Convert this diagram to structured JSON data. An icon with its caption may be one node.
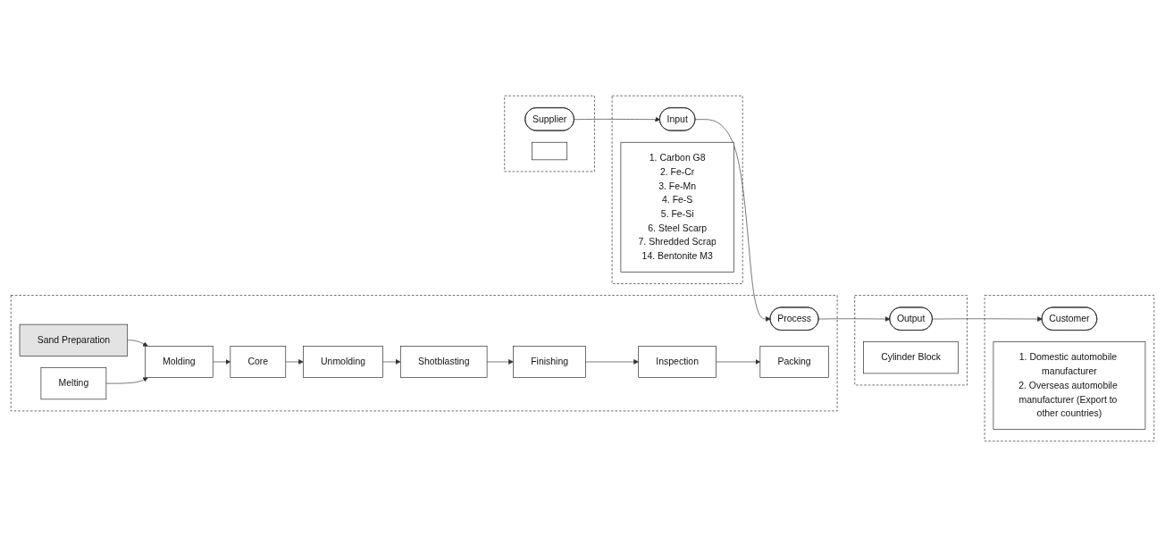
{
  "diagram": {
    "nodes": [
      {
        "text": [],
        "shape": "box"
      },
      {
        "text": [
          "Supplier"
        ],
        "in": 0
      },
      {
        "text": [],
        "shape": "box",
        "in": 0
      },
      {
        "text": [],
        "shape": "box"
      },
      {
        "text": [
          "Input"
        ],
        "in": 3
      },
      {
        "text": [
          "1. Carbon G8",
          "2. Fe-Cr",
          "3. Fe-Mn",
          "4. Fe-S",
          "5. Fe-Si",
          "6. Steel Scarp",
          "7. Shredded Scrap",
          "14. Bentonite M3"
        ],
        "in": 3
      },
      {
        "text": [],
        "shape": "box"
      },
      {
        "text": [
          "Process"
        ],
        "in": 6
      },
      {
        "text": [
          "Sand Preparation"
        ],
        "in": 6
      },
      {
        "text": [
          "Melting"
        ],
        "in": 6
      },
      {
        "text": [
          "Molding"
        ],
        "in": 6
      },
      {
        "text": [
          "Core"
        ],
        "in": 6
      },
      {
        "text": [
          "Unmolding"
        ],
        "in": 6
      },
      {
        "text": [
          "Shotblasting"
        ],
        "in": 6
      },
      {
        "text": [
          "Finishing"
        ],
        "in": 6
      },
      {
        "text": [
          "Inspection"
        ],
        "in": 6
      },
      {
        "text": [
          "Packing"
        ],
        "in": 6
      },
      {
        "text": [],
        "shape": "box"
      },
      {
        "text": [
          "Output"
        ],
        "in": 17
      },
      {
        "text": [
          "Cylinder Block"
        ],
        "in": 17
      },
      {
        "text": [],
        "shape": "box"
      },
      {
        "text": [
          "Customer"
        ],
        "in": 20
      },
      {
        "text": [
          "1. Domestic automobile manufacturer",
          "2. Overseas automobile manufacturer (Export to other countries)"
        ],
        "in": 20
      }
    ],
    "edges": [
      {
        "from": 1,
        "to": 4,
        "arrow": "to"
      },
      {
        "from": 4,
        "to": 7,
        "arrow": "to"
      },
      {
        "from": 7,
        "to": 18,
        "arrow": "to"
      },
      {
        "from": 18,
        "to": 21,
        "arrow": "to"
      },
      {
        "from": 8,
        "to": 10,
        "arrow": "to"
      },
      {
        "from": 9,
        "to": 10,
        "arrow": "to"
      },
      {
        "from": 10,
        "to": 11,
        "arrow": "to"
      },
      {
        "from": 11,
        "to": 12,
        "arrow": "to"
      },
      {
        "from": 12,
        "to": 13,
        "arrow": "to"
      },
      {
        "from": 13,
        "to": 14,
        "arrow": "to"
      },
      {
        "from": 14,
        "to": 15,
        "arrow": "to"
      },
      {
        "from": 15,
        "to": 16,
        "arrow": "to"
      }
    ]
  }
}
